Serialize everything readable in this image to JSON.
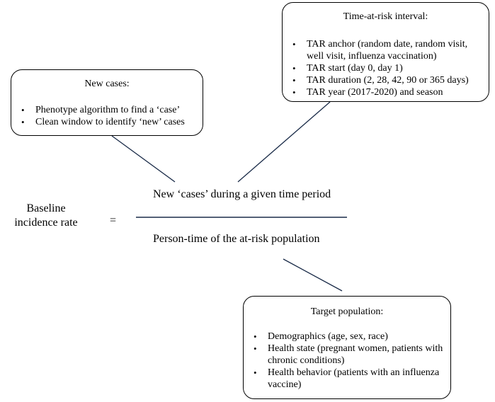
{
  "new_cases": {
    "title": "New cases:",
    "items": [
      "Phenotype algorithm to find a ‘case’",
      "Clean window to identify ‘new’ cases"
    ]
  },
  "time_at_risk": {
    "title": "Time-at-risk interval:",
    "items": [
      "TAR anchor (random date, random visit, well visit, influenza vaccination)",
      "TAR start (day 0, day 1)",
      "TAR duration (2, 28, 42, 90 or 365 days)",
      "TAR year (2017-2020) and season"
    ]
  },
  "target_population": {
    "title": "Target population:",
    "items": [
      "Demographics (age, sex, race)",
      "Health state (pregnant women, patients with chronic conditions)",
      "Health behavior (patients with an influenza vaccine)"
    ]
  },
  "formula": {
    "lhs_line1": "Baseline",
    "lhs_line2": "incidence rate",
    "equals": "=",
    "numerator": "New ‘cases’ during a given time period",
    "denominator": "Person-time of the at-risk population"
  }
}
